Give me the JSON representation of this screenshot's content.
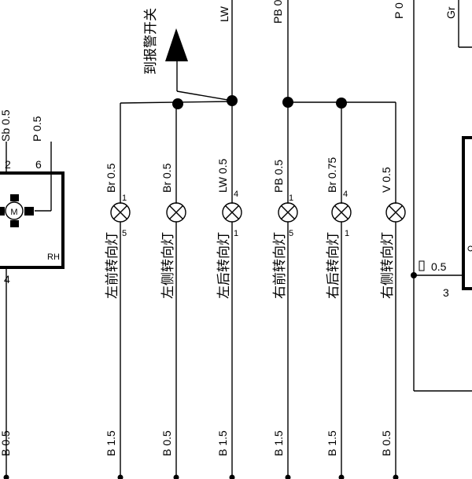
{
  "top_labels": {
    "switch_note": "到报警开关",
    "lw": "LW",
    "pb": "PB 0",
    "p": "P 0",
    "gr": "Gr"
  },
  "motor": {
    "symbol": "M",
    "pin_left": "2",
    "pin_right": "6",
    "pin_bottom": "4",
    "wire_left": "Sb 0.5",
    "wire_right": "P 0.5",
    "tag": "RH",
    "wire_bottom": "B 0.5"
  },
  "lamps": [
    {
      "wire_top": "Br 0.5",
      "pin_top": "1",
      "pin_bottom": "5",
      "name": "左前转向灯",
      "wire_bottom": "B 1.5"
    },
    {
      "wire_top": "Br 0.5",
      "pin_top": "",
      "pin_bottom": "",
      "name": "左侧转向灯",
      "wire_bottom": "B 0.5"
    },
    {
      "wire_top": "LW 0.5",
      "pin_top": "4",
      "pin_bottom": "1",
      "name": "左后转向灯",
      "wire_bottom": "B 1.5"
    },
    {
      "wire_top": "PB 0.5",
      "pin_top": "1",
      "pin_bottom": "5",
      "name": "右前转向灯",
      "wire_bottom": "B 1.5"
    },
    {
      "wire_top": "Br 0.75",
      "pin_top": "4",
      "pin_bottom": "1",
      "name": "右后转向灯",
      "wire_bottom": "B 1.5"
    },
    {
      "wire_top": "V 0.5",
      "pin_top": "",
      "pin_bottom": "",
      "name": "右侧转向灯",
      "wire_bottom": "B 0.5"
    }
  ],
  "right_connector": {
    "wire": "0.5",
    "pin": "3"
  }
}
